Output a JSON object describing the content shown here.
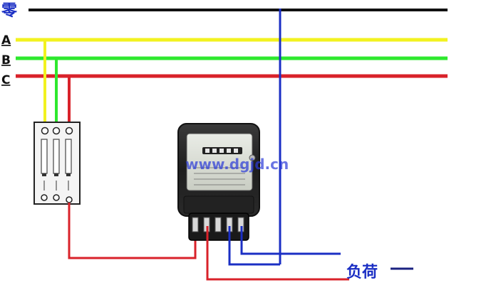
{
  "labels": {
    "neutral": "零",
    "phase_a": "A",
    "phase_b": "B",
    "phase_c": "C",
    "load": "负荷"
  },
  "watermark": "www.dgjd.cn",
  "wire_colors": {
    "neutral": "#111111",
    "phase_a": "#f2f21f",
    "phase_b": "#2ee82e",
    "phase_c": "#d9222a",
    "load_return": "#1b2fc4"
  }
}
